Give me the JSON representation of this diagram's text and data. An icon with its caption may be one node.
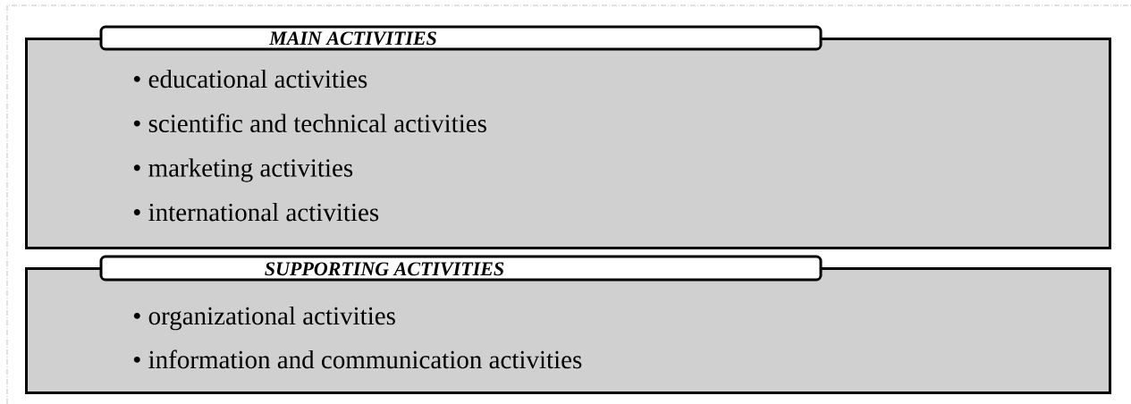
{
  "diagram": {
    "nodes": [
      {
        "text": [
          "MAIN ACTIVITIES",
          "• educational activities",
          "• scientific and technical activities",
          "• marketing activities",
          "• international activities"
        ]
      },
      {
        "text": [
          "SUPPORTING ACTIVITIES",
          "• organizational activities",
          "• information and communication activities"
        ]
      }
    ]
  }
}
